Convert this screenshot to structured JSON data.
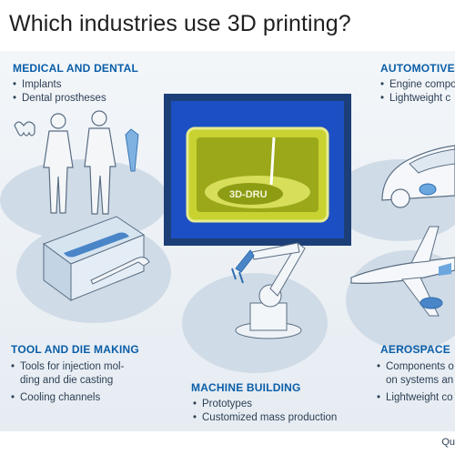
{
  "title": "Which industries use 3D printing?",
  "printer": {
    "label": "3D-DRU"
  },
  "sections": {
    "medical": {
      "heading": "MEDICAL AND DENTAL",
      "items": [
        "Implants",
        "Dental prostheses"
      ]
    },
    "automotive": {
      "heading": "AUTOMOTIVE",
      "items": [
        "Engine compo",
        "Lightweight c"
      ]
    },
    "tool": {
      "heading": "TOOL AND DIE MAKING",
      "items": [
        "Tools for injection mol-ding and die casting",
        "Cooling channels"
      ]
    },
    "machine": {
      "heading": "MACHINE BUILDING",
      "items": [
        "Prototypes",
        "Customized mass production"
      ]
    },
    "aerospace": {
      "heading": "AEROSPACE",
      "items": [
        "Components o on systems an",
        "Lightweight co"
      ]
    }
  },
  "footer": "Qu"
}
